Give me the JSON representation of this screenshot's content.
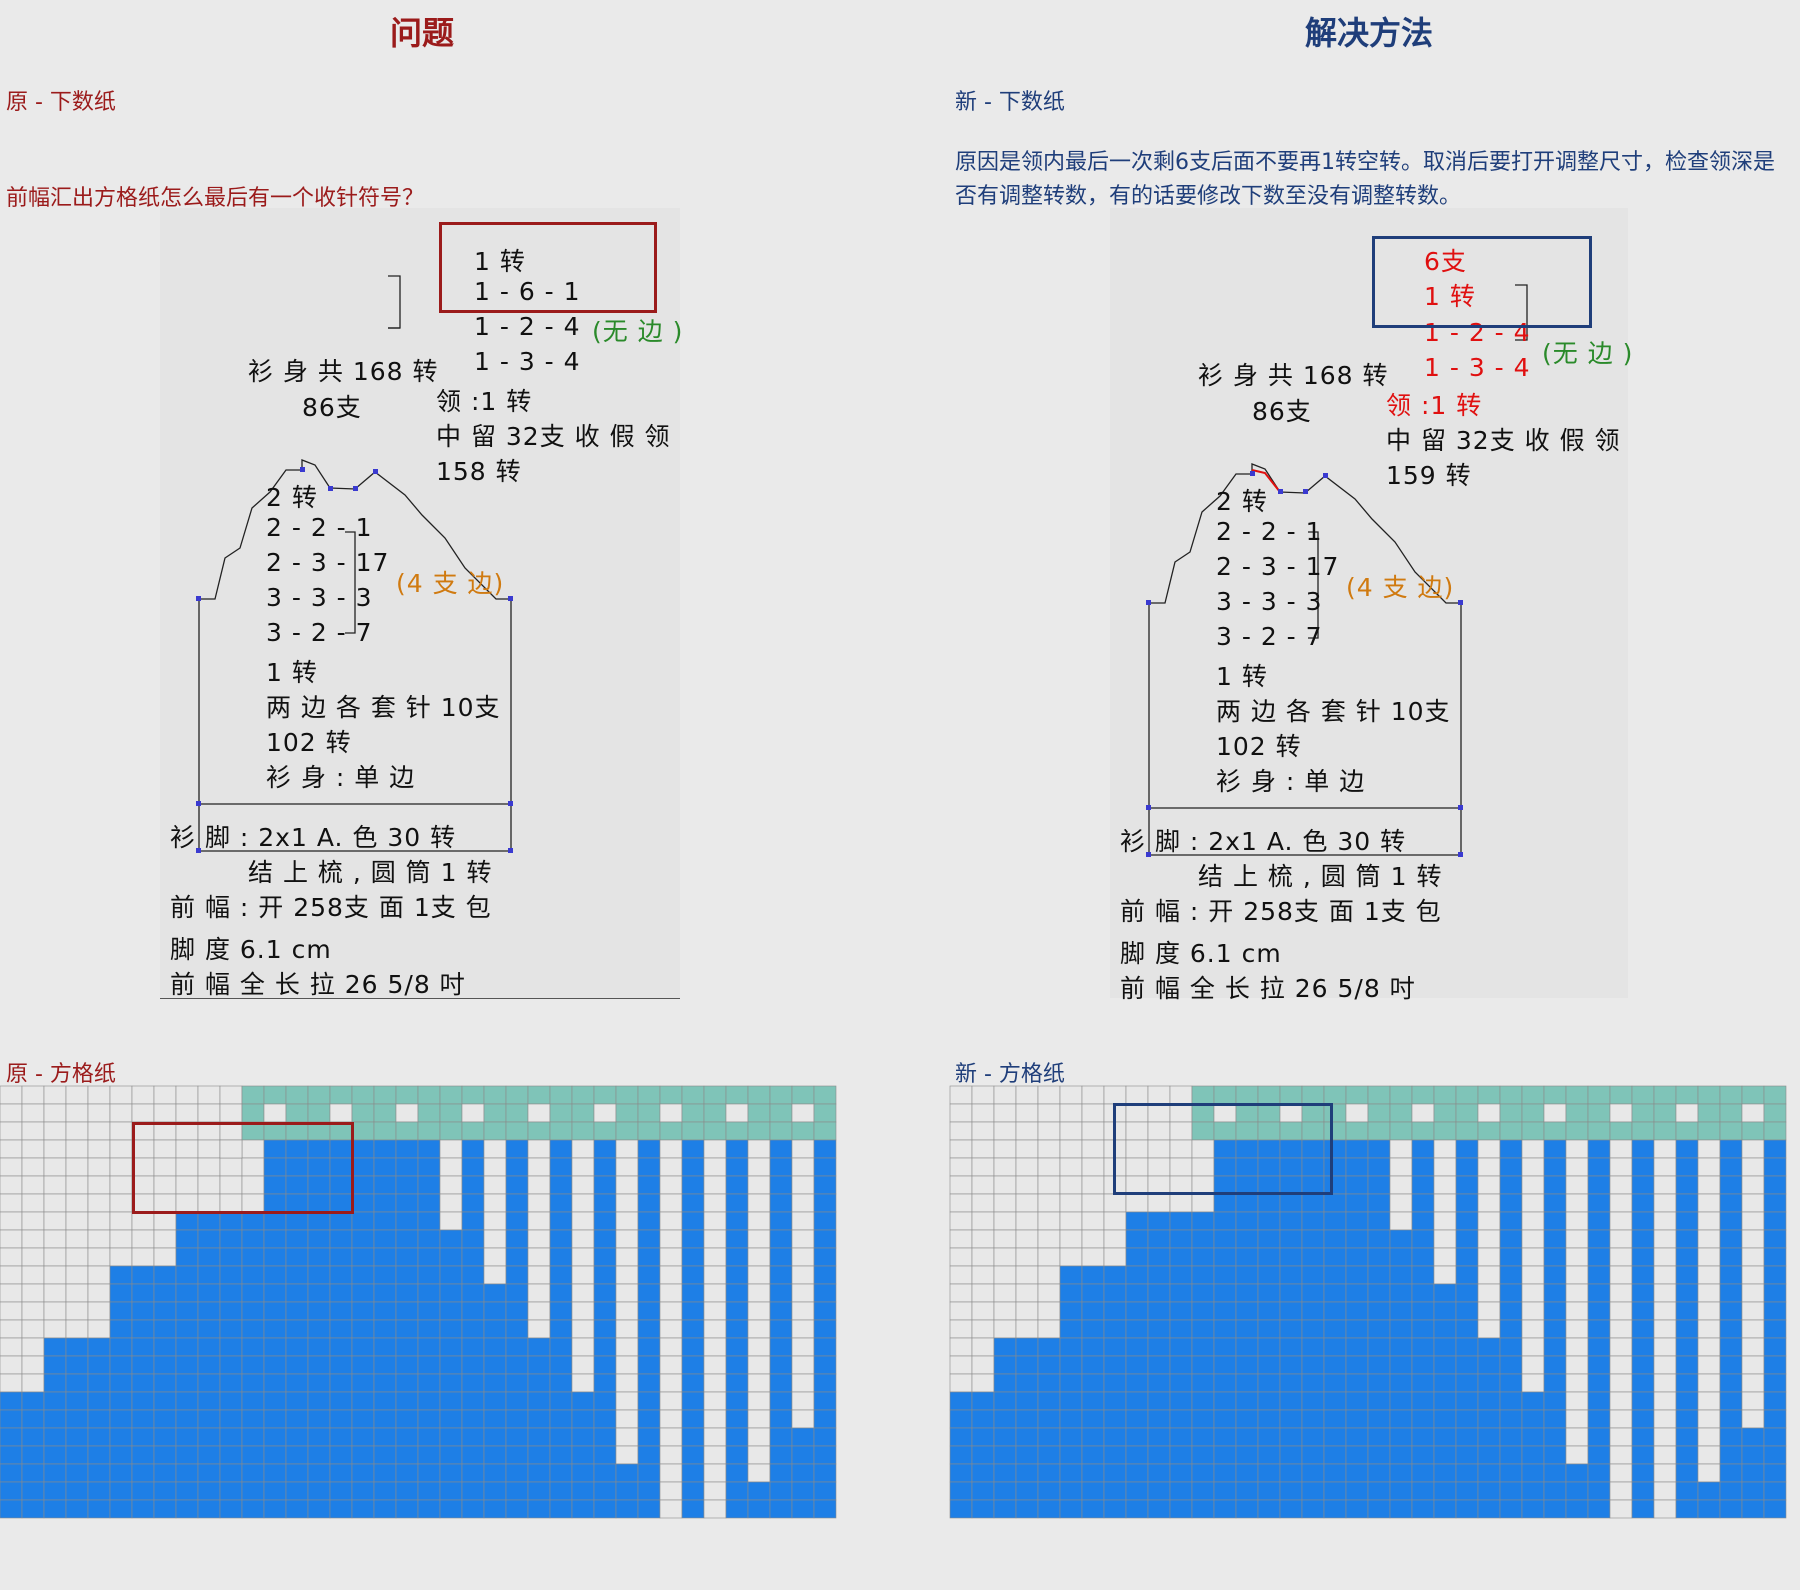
{
  "left": {
    "heading": "问题",
    "section1": "原 - 下数纸",
    "question": "前幅汇出方格纸怎么最后有一个收针符号？",
    "section2": "原 - 方格纸",
    "top_block": [
      "1 转",
      "1 - 6 - 1",
      "1 - 2 - 4",
      "1 - 3 - 4"
    ],
    "no_edge": "(无 边 )",
    "body_total": "衫 身 共 168 转",
    "body_stitches": "86支",
    "neck": "领 :1 转",
    "neck_center": "中 留 32支 收 假 领",
    "neck_rows": "158 转",
    "shoulder_lines": [
      "2 转",
      "2 - 2 - 1",
      "2 - 3 - 17",
      "3 - 3 - 3",
      "3 - 2 - 7",
      "1 转",
      "两 边 各 套 针 10支",
      "102 转",
      "衫 身 : 单 边"
    ],
    "four_edge": "(4 支 边)",
    "hem": "衫 脚 : 2x1     A. 色  30 转",
    "hem2": "结 上 梳 , 圆 筒 1 转",
    "front": "前 幅 : 开  258支  面 1支 包",
    "depth": "脚 度  6.1 cm",
    "length": "前 幅 全 长 拉  26 5/8 吋"
  },
  "right": {
    "heading": "解决方法",
    "section1": "新 - 下数纸",
    "reason": "原因是领内最后一次剩6支后面不要再1转空转。取消后要打开调整尺寸，检查领深是否有调整转数，有的话要修改下数至没有调整转数。",
    "section2": "新 - 方格纸",
    "top_block": [
      "6支",
      "1 转",
      "1 - 2 - 4",
      "1 - 3 - 4"
    ],
    "no_edge": "(无 边 )",
    "body_total": "衫 身 共 168 转",
    "body_stitches": "86支",
    "neck": "领 :1 转",
    "neck_center": "中 留 32支 收 假 领",
    "neck_rows": "159 转",
    "shoulder_lines": [
      "2 转",
      "2 - 2 - 1",
      "2 - 3 - 17",
      "3 - 3 - 3",
      "3 - 2 - 7",
      "1 转",
      "两 边 各 套 针 10支",
      "102 转",
      "衫 身 : 单 边"
    ],
    "four_edge": "(4 支 边)",
    "hem": "衫 脚 : 2x1     A. 色  30 转",
    "hem2": "结 上 梳 , 圆 筒 1 转",
    "front": "前 幅 : 开  258支  面 1支 包",
    "depth": "脚 度  6.1 cm",
    "length": "前 幅 全 长 拉  26 5/8 吋"
  },
  "colors": {
    "grid_blue": "#1e7fe6",
    "grid_teal": "#7fc4b8",
    "grid_empty": "#e8e8e8",
    "red_box": "#9b1b1b",
    "blue_box": "#1f3e7a"
  }
}
